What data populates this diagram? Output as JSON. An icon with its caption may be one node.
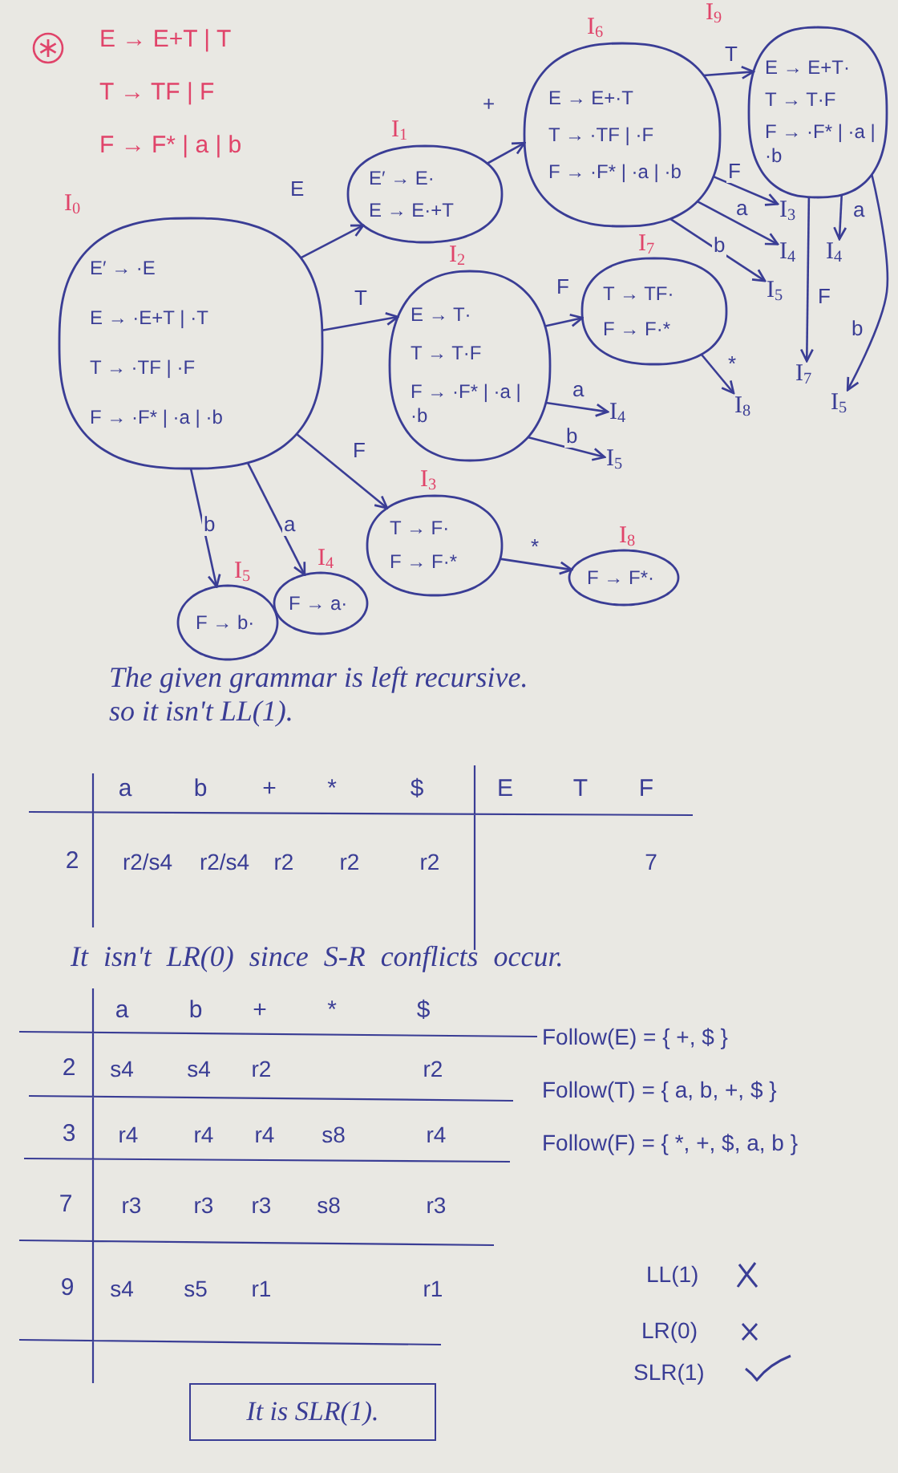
{
  "diagram": {
    "nodes": [
      {
        "text": [
          "I$_{0}$",
          "E′ → ·E",
          "E → ·E+T | ·T",
          "T → ·TF | ·F",
          "F → ·F* | ·a | ·b"
        ]
      },
      {
        "text": [
          "I$_{1}$",
          "E′ → E·",
          "E → E·+T"
        ]
      },
      {
        "text": [
          "I$_{6}$",
          "E → E+·T",
          "T → ·TF | ·F",
          "F → ·F* | ·a | ·b"
        ]
      },
      {
        "text": [
          "I$_{9}$",
          "E → E+T·",
          "T → T·F",
          "F → ·F* | ·a | ·b"
        ]
      },
      {
        "text": [
          "I$_{2}$",
          "E → T·",
          "T → T·F",
          "F → ·F* | ·a | ·b"
        ]
      },
      {
        "text": [
          "I$_{7}$",
          "T → TF·",
          "F → F·*"
        ]
      },
      {
        "text": [
          "I$_{3}$",
          "T → F·",
          "F → F·*"
        ]
      },
      {
        "text": [
          "I$_{8}$",
          "F → F*·"
        ]
      },
      {
        "text": [
          "I$_{5}$",
          "F → b·"
        ]
      },
      {
        "text": [
          "I$_{4}$",
          "F → a·"
        ]
      },
      {
        "text": [
          "I$_{3}$"
        ]
      },
      {
        "text": [
          "I$_{4}$"
        ]
      },
      {
        "text": [
          "I$_{5}$"
        ]
      },
      {
        "text": [
          "I$_{4}$"
        ]
      },
      {
        "text": [
          "I$_{7}$"
        ]
      },
      {
        "text": [
          "I$_{5}$"
        ]
      },
      {
        "text": [
          "I$_{4}$"
        ]
      },
      {
        "text": [
          "I$_{5}$"
        ]
      },
      {
        "text": [
          "I$_{8}$"
        ]
      },
      {
        "text": [
          "It is SLR(1)."
        ]
      }
    ],
    "edges": [
      {
        "from": 0,
        "to": 1,
        "arrow": "to",
        "label": "E"
      },
      {
        "from": 1,
        "to": 2,
        "arrow": "to",
        "label": "+"
      },
      {
        "from": 2,
        "to": 3,
        "arrow": "to",
        "label": "T"
      },
      {
        "from": 2,
        "to": 10,
        "arrow": "to",
        "label": "F"
      },
      {
        "from": 2,
        "to": 11,
        "arrow": "to",
        "label": "a"
      },
      {
        "from": 2,
        "to": 12,
        "arrow": "to",
        "label": "b"
      },
      {
        "from": 3,
        "to": 13,
        "arrow": "to",
        "label": "a"
      },
      {
        "from": 3,
        "to": 14,
        "arrow": "to",
        "label": "F"
      },
      {
        "from": 3,
        "to": 15,
        "arrow": "to",
        "label": "b"
      },
      {
        "from": 0,
        "to": 4,
        "arrow": "to",
        "label": "T"
      },
      {
        "from": 4,
        "to": 5,
        "arrow": "to",
        "label": "F"
      },
      {
        "from": 5,
        "to": 18,
        "arrow": "to",
        "label": "*"
      },
      {
        "from": 4,
        "to": 16,
        "arrow": "to",
        "label": "a"
      },
      {
        "from": 4,
        "to": 17,
        "arrow": "to",
        "label": "b"
      },
      {
        "from": 0,
        "to": 6,
        "arrow": "to",
        "label": "F"
      },
      {
        "from": 6,
        "to": 7,
        "arrow": "to",
        "label": "*"
      },
      {
        "from": 0,
        "to": 8,
        "arrow": "to",
        "label": "b"
      },
      {
        "from": 0,
        "to": 9,
        "arrow": "to",
        "label": "a"
      }
    ],
    "labels": [
      "E → E+T | T",
      "T → TF | F",
      "F → F* | a | b",
      "The given grammar is left recursive. so it isn't LL(1).",
      "a",
      "b",
      "+",
      "*",
      "$",
      "E",
      "T",
      "F",
      "2",
      "r2/s4",
      "r2/s4",
      "r2",
      "r2",
      "r2",
      "7",
      "It isn't LR(0) since S-R conflicts occur.",
      "a",
      "b",
      "+",
      "*",
      "$",
      "2",
      "s4",
      "s4",
      "r2",
      "r2",
      "3",
      "r4",
      "r4",
      "r4",
      "s8",
      "r4",
      "7",
      "r3",
      "r3",
      "r3",
      "s8",
      "r3",
      "9",
      "s4",
      "s5",
      "r1",
      "r1",
      "Follow(E) = { +, $ }",
      "Follow(T) = { a, b, +, $ }",
      "Follow(F) = { *, +, $, a, b }",
      "LL(1)",
      "LR(0)",
      "SLR(1)"
    ]
  }
}
